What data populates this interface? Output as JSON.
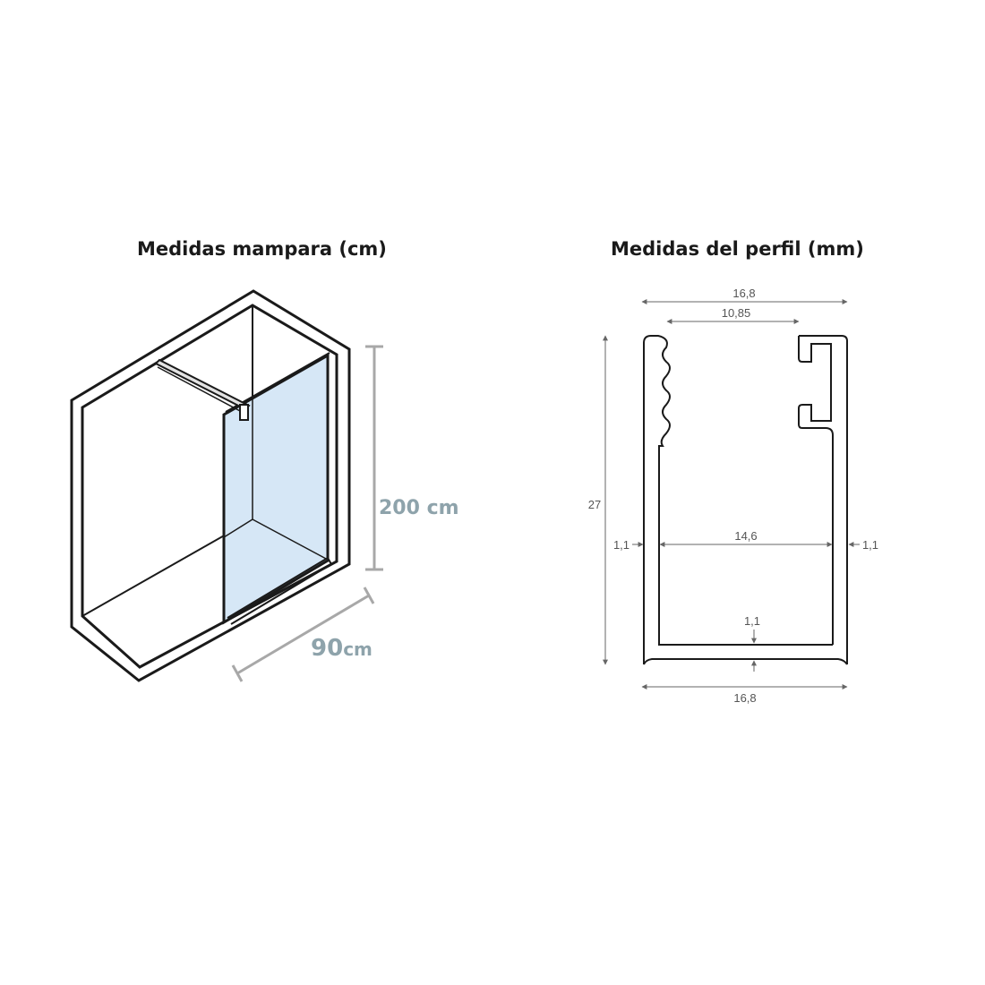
{
  "left_panel": {
    "title": "Medidas mampara (cm)",
    "height_label": "200 cm",
    "width_value": "90",
    "width_unit": "cm"
  },
  "right_panel": {
    "title": "Medidas del perfil (mm)",
    "top_outer_width": "16,8",
    "top_inner_gap": "10,85",
    "height": "27",
    "wall_left": "1,1",
    "inner_width": "14,6",
    "wall_right": "1,1",
    "base_thickness": "1,1",
    "bottom_width": "16,8"
  },
  "colors": {
    "glass": "#d6e7f6",
    "dimension_text": "#8ea3ab",
    "dimension_line": "#a8a8a8",
    "outline": "#1a1a1a"
  }
}
